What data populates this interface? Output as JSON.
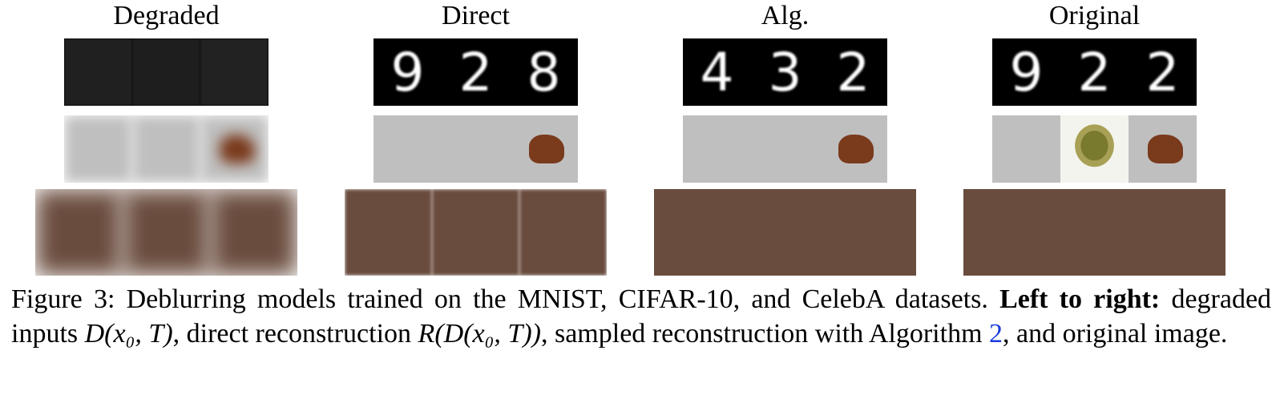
{
  "columns": [
    {
      "title": "Degraded"
    },
    {
      "title": "Direct",
      "mnist_digits": [
        "9",
        "2",
        "8"
      ]
    },
    {
      "title": "Alg.",
      "mnist_digits": [
        "4",
        "3",
        "2"
      ]
    },
    {
      "title": "Original",
      "mnist_digits": [
        "9",
        "2",
        "2"
      ]
    }
  ],
  "caption": {
    "figure_label": "Figure 3:",
    "text1": "Deblurring models trained on the MNIST, CIFAR-10, and CelebA datasets.",
    "bold": "Left to right:",
    "text2": "degraded inputs",
    "math1": "D(x₀, T)",
    "text3": ", direct reconstruction",
    "math2": "R(D(x₀, T))",
    "text4": ", sampled reconstruction with Algorithm",
    "ref": "2",
    "text5": ", and original image."
  }
}
